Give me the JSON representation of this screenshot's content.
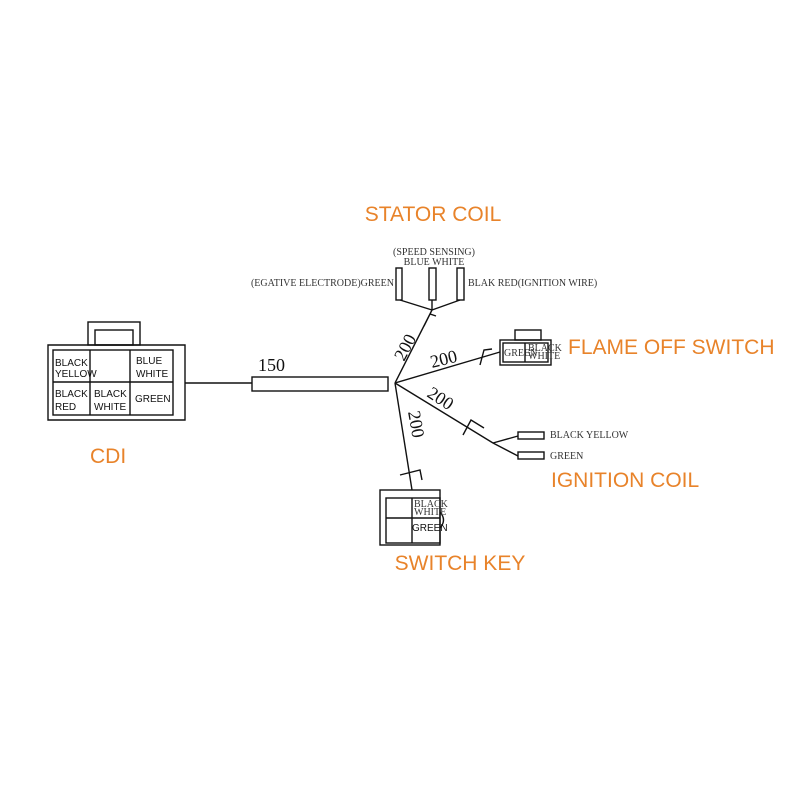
{
  "labels": {
    "stator": "STATOR COIL",
    "flame": "FLAME OFF SWITCH",
    "cdi": "CDI",
    "ignition": "IGNITION COIL",
    "switch_key": "SWITCH KEY"
  },
  "stator": {
    "speed": "(SPEED SENSING)",
    "blue_white": "BLUE WHITE",
    "green": "(EGATIVE ELECTRODE)GREEN",
    "black_red": "BLAK RED(IGNITION WIRE)"
  },
  "cdi": {
    "cells": [
      [
        "BLACK",
        "YELLOW"
      ],
      [
        "BLUE",
        "WHITE"
      ],
      [
        "BLACK",
        "RED"
      ],
      [
        "BLACK",
        "WHITE"
      ],
      [
        "GREEN"
      ]
    ]
  },
  "lengths": {
    "main": "150",
    "stator": "200",
    "flame": "200",
    "ignition": "200",
    "switch": "200"
  },
  "flame": {
    "green": "GREEN",
    "bw1": "BLACK",
    "bw2": "WHITE"
  },
  "ignition": {
    "wire1": "BLACK YELLOW",
    "wire2": "GREEN"
  },
  "switch_key": {
    "bw1": "BLACK",
    "bw2": "WHITE",
    "green": "GREEN"
  },
  "colors": {
    "label": "#e8832a"
  }
}
